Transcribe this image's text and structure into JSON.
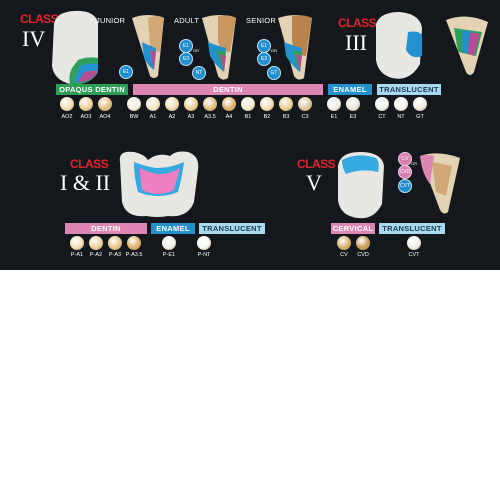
{
  "class_word": "CLASS",
  "groups": {
    "class_iv": {
      "roman": "IV",
      "stages": [
        "JUNIOR",
        "ADULT",
        "SENIOR"
      ],
      "markers": {
        "junior": [
          "E1"
        ],
        "adult": [
          "E1",
          "OR",
          "E3",
          "NT"
        ],
        "senior": [
          "E1",
          "OR",
          "E3",
          "GT"
        ]
      }
    },
    "class_iii": {
      "roman": "III"
    },
    "class_i_ii": {
      "roman": "I & II"
    },
    "class_v": {
      "roman": "V",
      "markers": [
        "CV",
        "OR",
        "CVD",
        "CVT"
      ]
    }
  },
  "shade_rows": {
    "top": {
      "opaqus_dentin": {
        "label": "OPAQUS DENTIN",
        "color": "#2e9e56",
        "codes": [
          "AO2",
          "AO3",
          "AO4"
        ]
      },
      "dentin": {
        "label": "DENTIN",
        "color": "#dd86b3",
        "codes": [
          "BW",
          "A1",
          "A2",
          "A3",
          "A3.5",
          "A4",
          "B1",
          "B2",
          "B3",
          "C3"
        ]
      },
      "enamel": {
        "label": "ENAMEL",
        "color": "#2491cf",
        "codes": [
          "E1",
          "E3"
        ]
      },
      "translucent": {
        "label": "TRANSLUCENT",
        "color": "#a9d9ef",
        "codes": [
          "CT",
          "NT",
          "GT"
        ]
      }
    },
    "bottom_left": {
      "dentin": {
        "label": "DENTIN",
        "color": "#dd86b3",
        "codes": [
          "P-A1",
          "P-A2",
          "P-A3",
          "P-A3.5"
        ]
      },
      "enamel": {
        "label": "ENAMEL",
        "color": "#2491cf",
        "codes": [
          "P-E1"
        ]
      },
      "translucent": {
        "label": "TRANSLUCENT",
        "color": "#a9d9ef",
        "codes": [
          "P-NT"
        ]
      }
    },
    "bottom_right": {
      "cervical": {
        "label": "CERVICAL",
        "color": "#dd86b3",
        "codes": [
          "CV",
          "CVD"
        ]
      },
      "translucent": {
        "label": "TRANSLUCENT",
        "color": "#a9d9ef",
        "codes": [
          "CVT"
        ]
      }
    }
  },
  "colors": {
    "background": "#14181d",
    "class_red": "#e3242b",
    "enamel_blue": "#2491cf",
    "dentin_pink": "#dd86b3",
    "opaque_green": "#2e9e56",
    "translucent_light_blue": "#a9d9ef"
  }
}
